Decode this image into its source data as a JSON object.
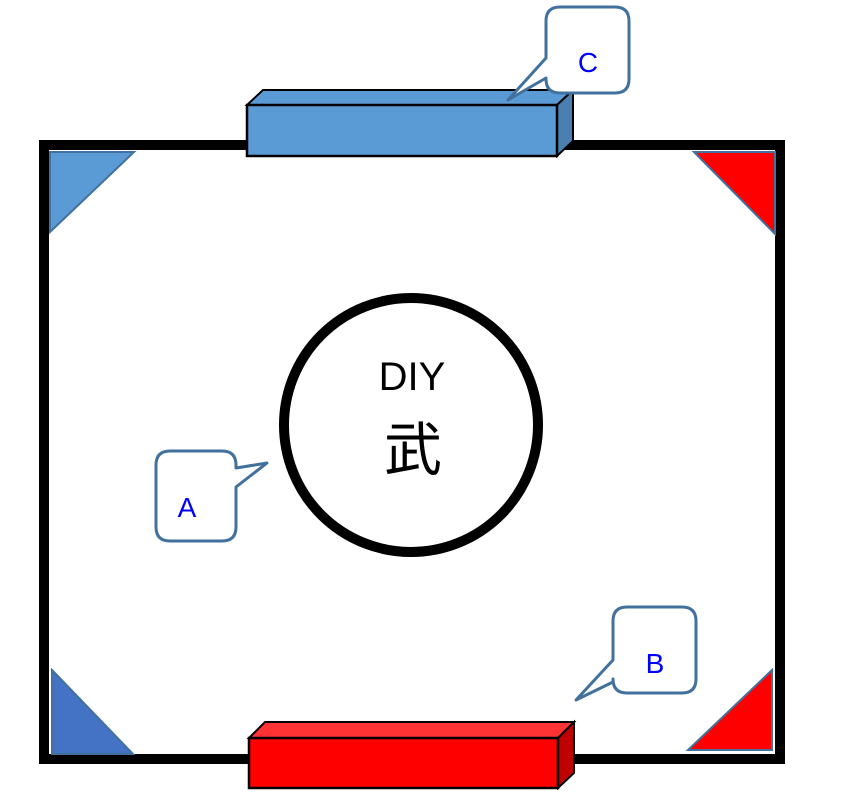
{
  "center": {
    "line1": "DIY",
    "line2": "武"
  },
  "callouts": {
    "a": "A",
    "b": "B",
    "c": "C"
  },
  "colors": {
    "frame": "#000000",
    "blue_light": "#5b9bd5",
    "blue_dark": "#4472c4",
    "blue_side": "#4a7fb0",
    "red": "#ff0000",
    "red_side": "#c00000",
    "callout_border": "#41719c",
    "callout_text": "#0000ff"
  }
}
